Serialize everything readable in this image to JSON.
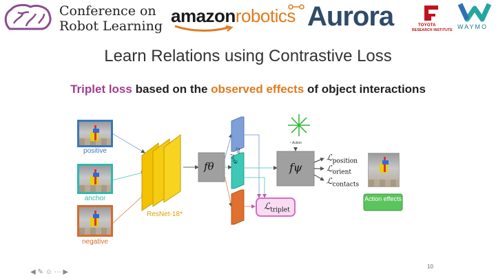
{
  "header": {
    "corl_line1": "Conference on",
    "corl_line2": "Robot Learning",
    "amazon": "amazon",
    "robotics": "robotics",
    "aurora": "Aurora",
    "toyota_line1": "TOYOTA",
    "toyota_line2": "RESEARCH INSTITUTE",
    "waymo": "WAYMO"
  },
  "slide": {
    "title": "Learn Relations using Contrastive Loss",
    "subtitle_part1": "Triplet loss",
    "subtitle_part2": " based on the ",
    "subtitle_part3": "observed effects",
    "subtitle_part4": " of object interactions"
  },
  "diagram": {
    "positive_label": "positive",
    "anchor_label": "anchor",
    "negative_label": "negative",
    "resnet_label": "ResNet-18*",
    "f_theta": "fθ",
    "embedding": "e",
    "embedding_sup": "o1",
    "embedding_sub": "o2",
    "f_psi": "fψ",
    "action_label": "~ Action",
    "l_triplet_main": "ℒ",
    "l_triplet_sub": "triplet",
    "l_position_main": "ℒ",
    "l_position_sub": "position",
    "l_orient_main": "ℒ",
    "l_orient_sub": "orient",
    "l_contacts_main": "ℒ",
    "l_contacts_sub": "contacts",
    "action_effects": "Action effects"
  },
  "colors": {
    "pink": "#a23c8c",
    "orange": "#e07a1f",
    "positive": "#3a78b8",
    "anchor": "#2fb8b0",
    "negative": "#d86a2a",
    "resnet": "#f2c200",
    "green": "#55c455"
  },
  "footer": {
    "page_number": "10",
    "nav_icons": "◀ ✎ ☺ ⋯ ▶"
  }
}
